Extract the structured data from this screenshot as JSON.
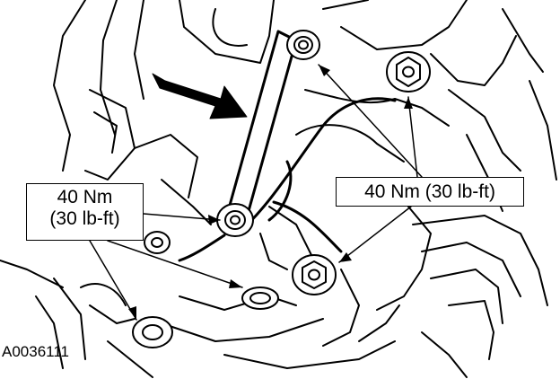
{
  "figure_id": "A0036111",
  "callouts": {
    "left": {
      "line1": "40 Nm",
      "line2": "(30 lb-ft)"
    },
    "right": {
      "text": "40 Nm (30 lb-ft)"
    }
  },
  "colors": {
    "ink": "#000000",
    "paper": "#ffffff"
  }
}
